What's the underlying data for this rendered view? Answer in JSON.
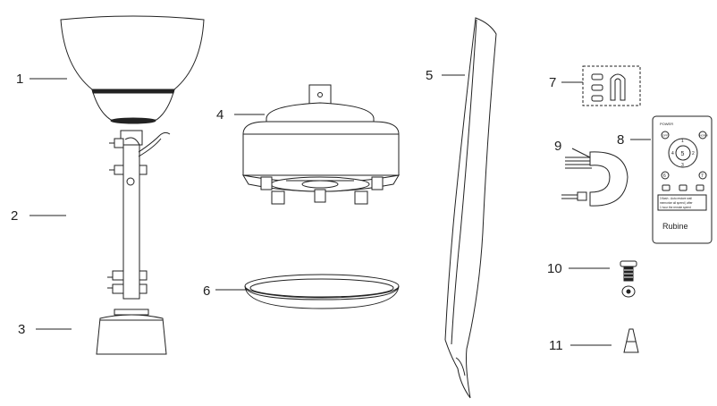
{
  "labels": {
    "p1": "1",
    "p2": "2",
    "p3": "3",
    "p4": "4",
    "p5": "5",
    "p6": "6",
    "p7": "7",
    "p8": "8",
    "p9": "9",
    "p10": "10",
    "p11": "11"
  },
  "remote": {
    "brand": "Rubine",
    "power_label": "POWER",
    "btn_top_left": "OFF",
    "btn_top_right": "NORM",
    "wheel_center": "5",
    "wheel_top": "1",
    "wheel_left": "4",
    "wheel_right": "2",
    "wheel_bottom": "3",
    "btn_mid_left": "6",
    "btn_mid_right": "7",
    "info_line_1": "3 flash - Auto restore wall",
    "info_line_2": "memorize all speed | after",
    "info_line_3": "1 hour the remote speed"
  },
  "colors": {
    "ink": "#222222",
    "background": "#ffffff"
  }
}
